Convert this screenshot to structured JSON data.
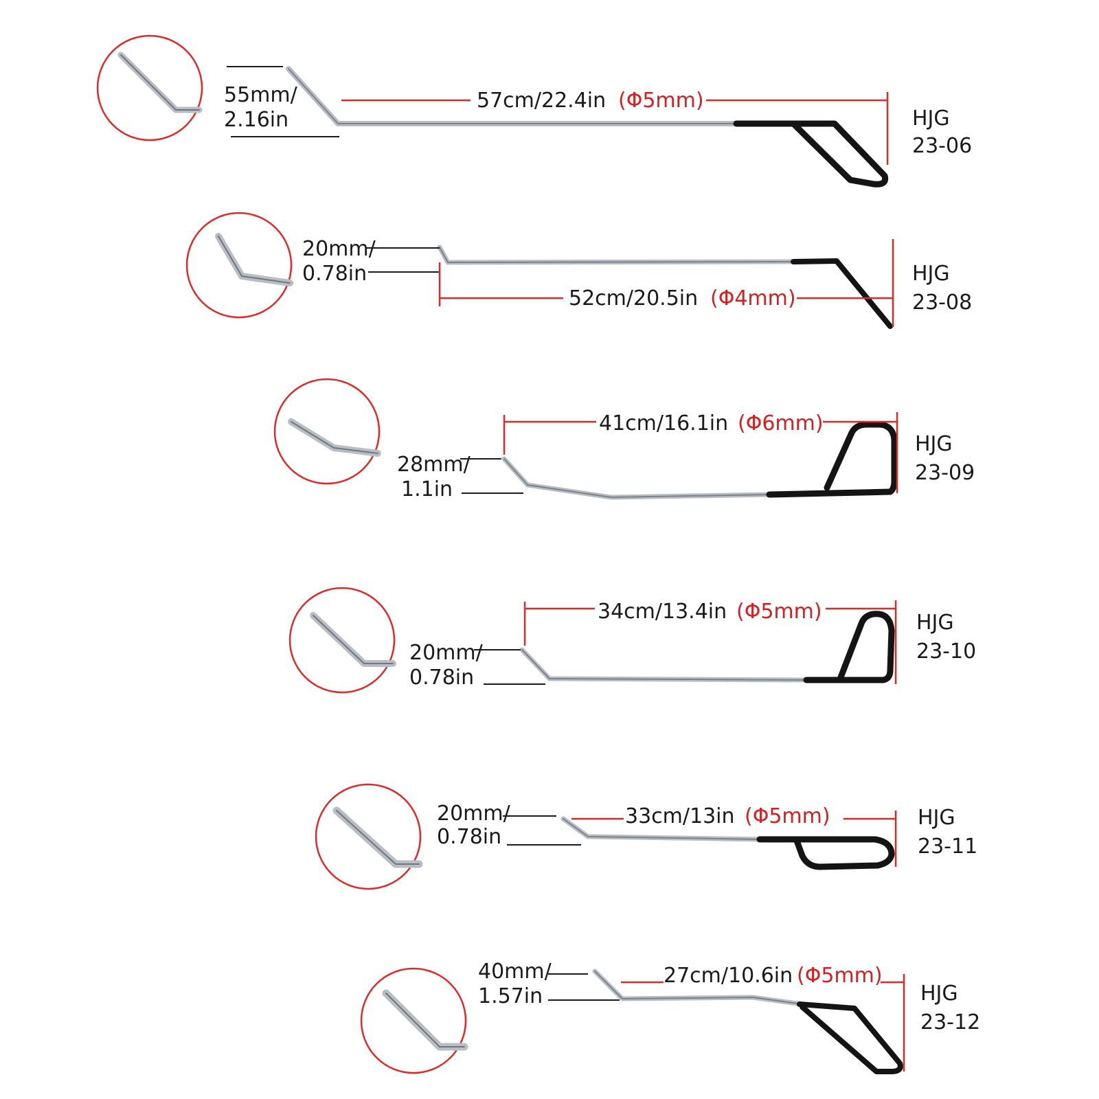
{
  "colors": {
    "accent_red": "#e02a2a",
    "dimension_text": "#1a1a1a",
    "diameter_text": "#d42020",
    "rod_silver": "#a9b0b8",
    "handle_black": "#141414"
  },
  "tools": [
    {
      "model_line1": "HJG",
      "model_line2": "23-06",
      "length": "57cm/22.4in",
      "diameter": "(Φ5mm)",
      "tip_line1": "55mm/",
      "tip_line2": "2.16in",
      "detail_icon": "bent-tip-detail-icon"
    },
    {
      "model_line1": "HJG",
      "model_line2": "23-08",
      "length": "52cm/20.5in",
      "diameter": "(Φ4mm)",
      "tip_line1": "20mm/",
      "tip_line2": "0.78in",
      "detail_icon": "bent-tip-detail-icon"
    },
    {
      "model_line1": "HJG",
      "model_line2": "23-09",
      "length": "41cm/16.1in",
      "diameter": "(Φ6mm)",
      "tip_line1": "28mm/",
      "tip_line2": "1.1in",
      "detail_icon": "bent-tip-detail-icon"
    },
    {
      "model_line1": "HJG",
      "model_line2": "23-10",
      "length": "34cm/13.4in",
      "diameter": "(Φ5mm)",
      "tip_line1": "20mm/",
      "tip_line2": "0.78in",
      "detail_icon": "bent-tip-detail-icon"
    },
    {
      "model_line1": "HJG",
      "model_line2": "23-11",
      "length": "33cm/13in",
      "diameter": "(Φ5mm)",
      "tip_line1": "20mm/",
      "tip_line2": "0.78in",
      "detail_icon": "bent-tip-detail-icon"
    },
    {
      "model_line1": "HJG",
      "model_line2": "23-12",
      "length": "27cm/10.6in",
      "diameter": "(Φ5mm)",
      "tip_line1": "40mm/",
      "tip_line2": "1.57in",
      "detail_icon": "bent-tip-detail-icon"
    }
  ]
}
